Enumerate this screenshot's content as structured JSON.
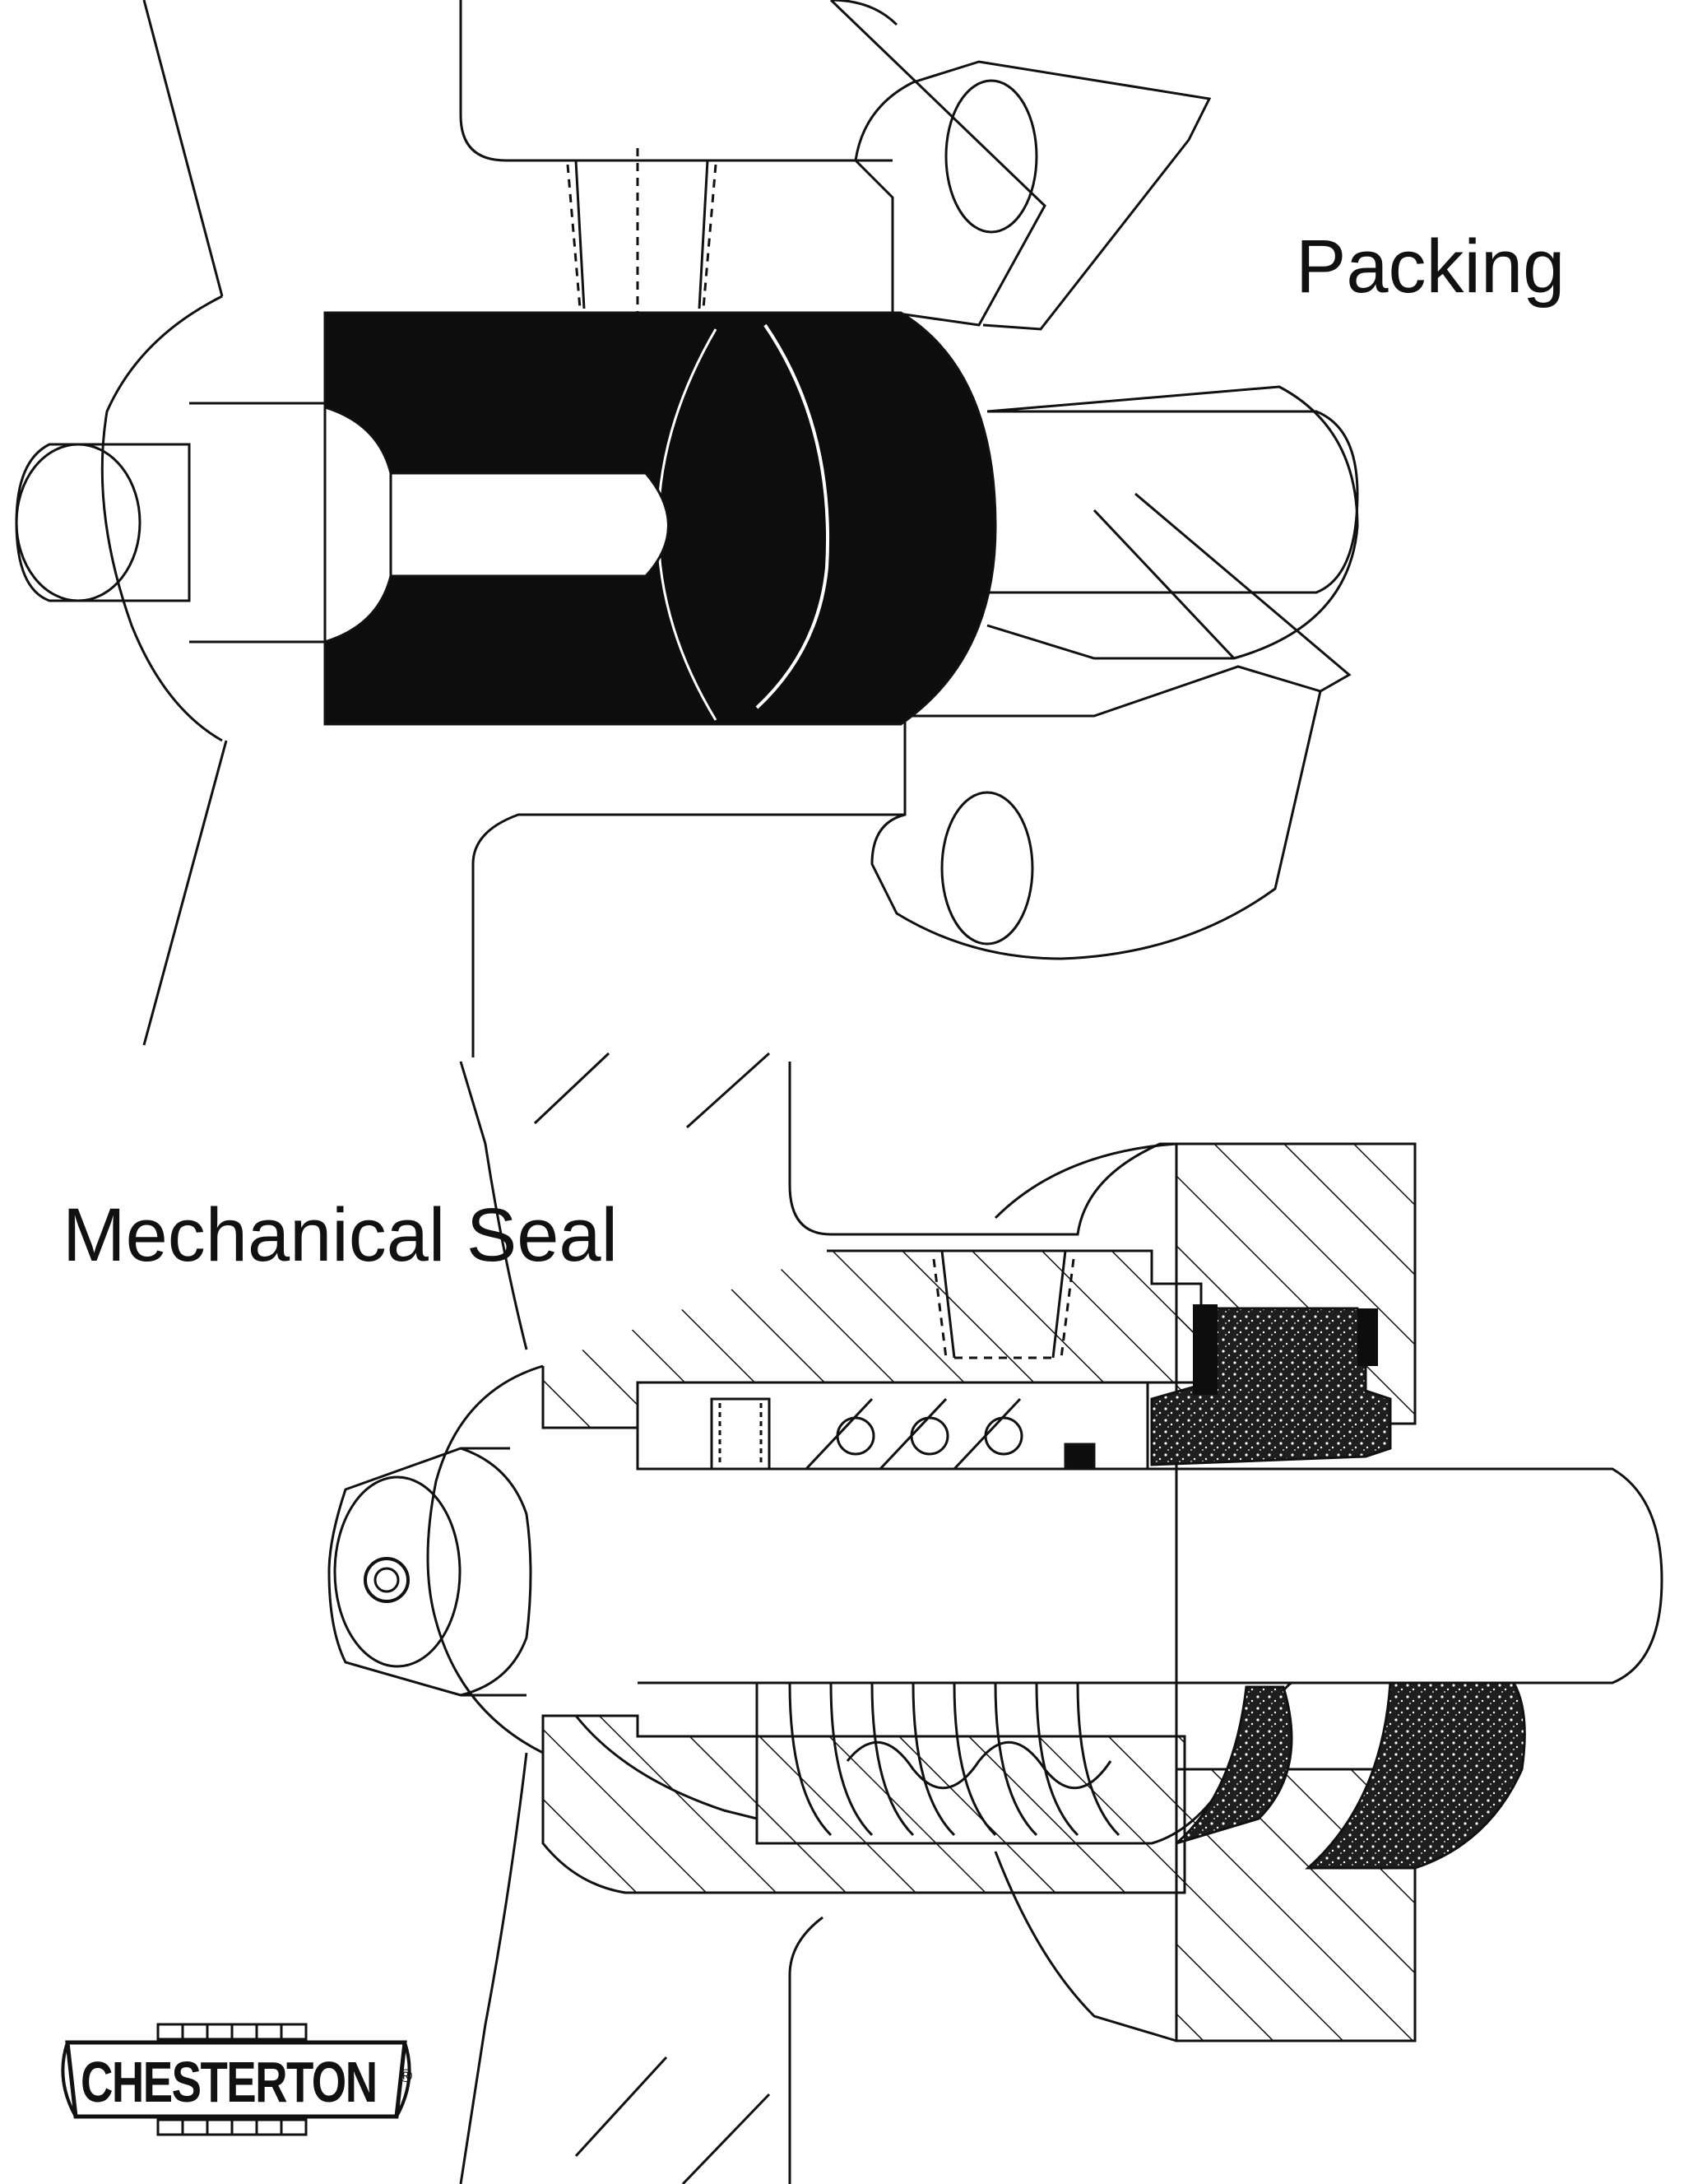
{
  "labels": {
    "packing": "Packing",
    "mechanical_seal": "Mechanical Seal"
  },
  "logo": {
    "brand": "CHESTERTON",
    "registered_mark": "®"
  },
  "colors": {
    "ink": "#111111",
    "paper": "#ffffff",
    "packing_fill": "#0d0d0d",
    "face_fill": "#1e1e1e"
  },
  "icons": {
    "packing_assembly": "packing-cross-section-icon",
    "seal_assembly": "mechanical-seal-cross-section-icon",
    "logo": "chesterton-logo-icon"
  }
}
